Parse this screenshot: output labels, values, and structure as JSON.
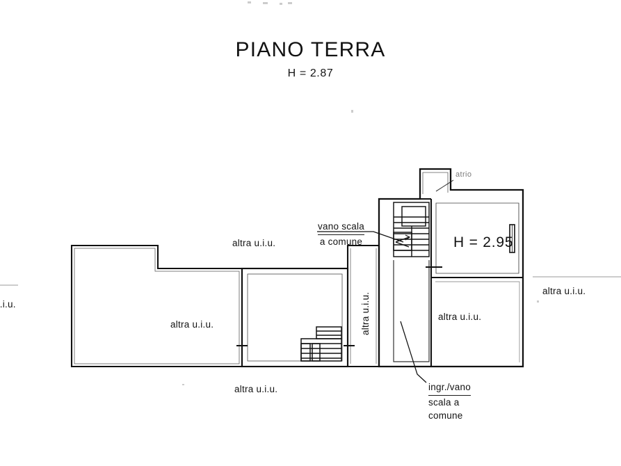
{
  "drawing": {
    "title": "PIANO TERRA",
    "height_note": "H = 2.87",
    "room_height_right": "H = 2.95",
    "stroke_color": "#111111",
    "background_color": "#ffffff"
  },
  "labels": {
    "altra_uiu_top": "altra u.i.u.",
    "altra_uiu_left_room": "altra u.i.u.",
    "altra_uiu_corridor_vertical": "altra u.i.u.",
    "altra_uiu_right_edge": "altra u.i.u.",
    "altra_uiu_bottom": "altra u.i.u.",
    "altra_uiu_lower_right_room": "altra u.i.u.",
    "uiu_clipped_left_edge": "u.i.u.",
    "atrio_handwritten": "atrio"
  },
  "annotations": {
    "vano_scala": {
      "line1": "vano scala",
      "line2": "a comune"
    },
    "ingresso_vano_scala": {
      "line1": "ingr./vano",
      "line2": "scala a",
      "line3": "comune"
    }
  }
}
